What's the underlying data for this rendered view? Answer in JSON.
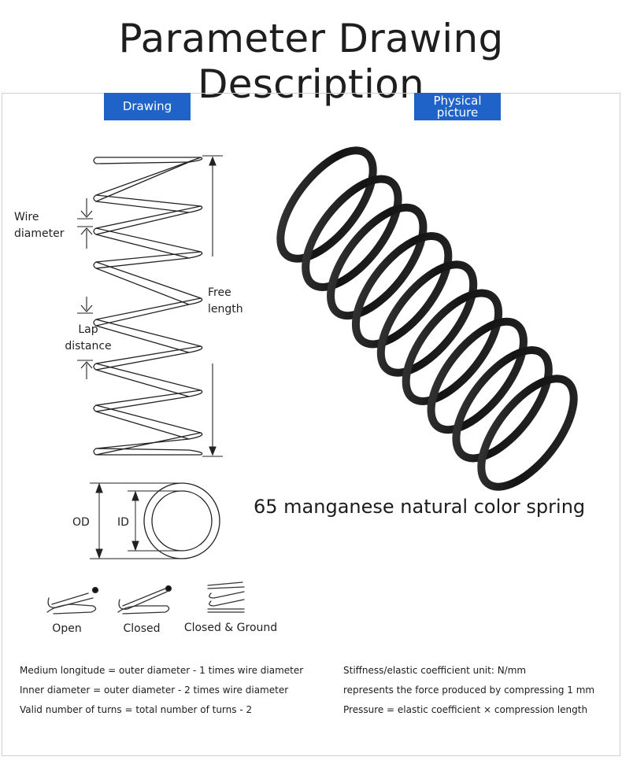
{
  "page": {
    "title": "Parameter Drawing Description"
  },
  "tabs": {
    "drawing": "Drawing",
    "physical": "Physical picture"
  },
  "drawing_labels": {
    "wire_diameter": "Wire diameter",
    "lap_distance": "Lap distance",
    "free_length": "Free length",
    "od": "OD",
    "id": "ID"
  },
  "end_types": {
    "open": "Open",
    "closed": "Closed",
    "closed_ground": "Closed & Ground"
  },
  "photo_caption": "65 manganese natural color spring",
  "notes": {
    "left": [
      "Medium longitude = outer diameter - 1 times wire diameter",
      "Inner diameter = outer diameter - 2 times wire diameter",
      "Valid number of turns = total number of turns - 2"
    ],
    "right": [
      "Stiffness/elastic coefficient unit: N/mm",
      "represents the force produced by compressing 1 mm",
      "Pressure = elastic coefficient × compression length"
    ]
  },
  "colors": {
    "accent": "#1f63c9",
    "spring_photo": "#1a1a1a"
  }
}
